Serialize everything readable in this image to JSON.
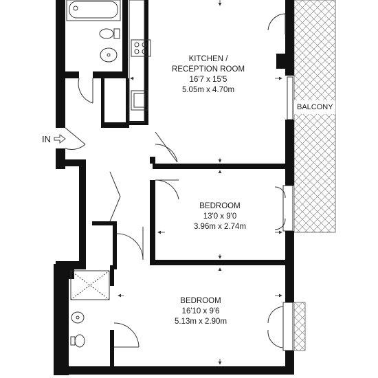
{
  "rooms": {
    "kitchen": {
      "name_line1": "KITCHEN /",
      "name_line2": "RECEPTION ROOM",
      "imperial": "16'7 x 15'5",
      "metric": "5.05m x 4.70m"
    },
    "bedroom1": {
      "name": "BEDROOM",
      "imperial": "13'0 x 9'0",
      "metric": "3.96m x 2.74m"
    },
    "bedroom2": {
      "name": "BEDROOM",
      "imperial": "16'10 x 9'6",
      "metric": "5.13m x 2.90m"
    }
  },
  "balcony": {
    "label": "BALCONY"
  },
  "entrance": {
    "label": "IN"
  },
  "colors": {
    "wall": "#111111",
    "line": "#333333",
    "hatch": "#8a8a8a"
  }
}
